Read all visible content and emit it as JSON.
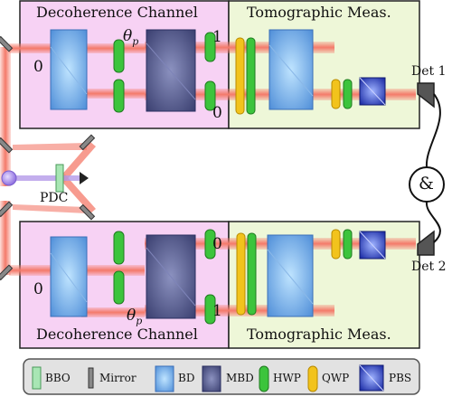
{
  "panels": {
    "top_left_title": "Decoherence Channel",
    "top_right_title": "Tomographic Meas.",
    "bottom_left_title": "Decoherence Channel",
    "bottom_right_title": "Tomographic Meas."
  },
  "labels": {
    "theta": "θ",
    "theta_sub": "p",
    "port_top_in": "0",
    "port_top_out_upper": "1",
    "port_top_out_lower": "0",
    "port_bottom_in": "0",
    "port_bottom_out_upper": "0",
    "port_bottom_out_lower": "1",
    "pdc": "PDC",
    "det1": "Det 1",
    "det2": "Det 2",
    "coincidence": "&"
  },
  "legend": {
    "items": [
      {
        "symbol": "bbo",
        "label": "BBO"
      },
      {
        "symbol": "mirror",
        "label": "Mirror"
      },
      {
        "symbol": "bd",
        "label": "BD"
      },
      {
        "symbol": "mbd",
        "label": "MBD"
      },
      {
        "symbol": "hwp",
        "label": "HWP"
      },
      {
        "symbol": "qwp",
        "label": "QWP"
      },
      {
        "symbol": "pbs",
        "label": "PBS"
      }
    ]
  },
  "colors": {
    "channel_bg": "#f7d2f4",
    "meas_bg": "#eef7d8",
    "beam": "#f47a6a",
    "hwp": "#3cc43c",
    "qwp": "#f2c31c",
    "bd": "#66a6e8",
    "mbd": "#505a8c",
    "pbs": "#2233b0",
    "bbo": "#a8e6b4",
    "pump": "#a58ae0"
  }
}
